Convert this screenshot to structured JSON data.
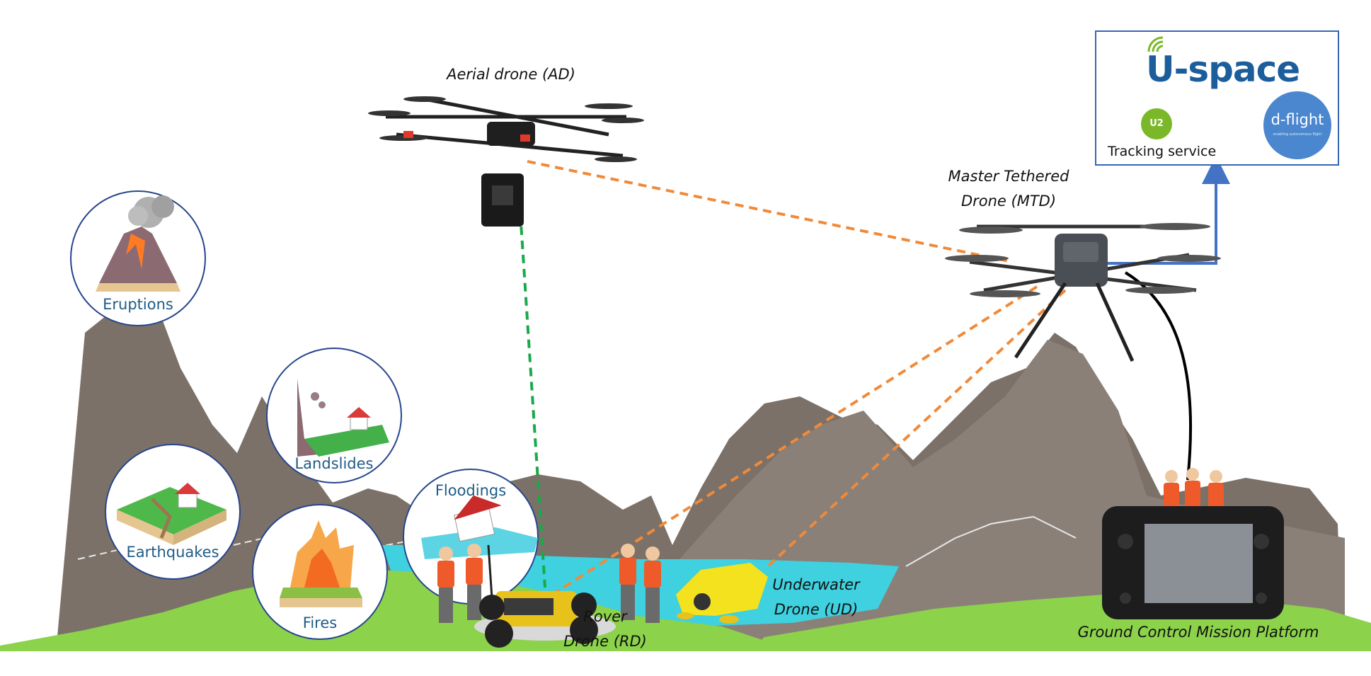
{
  "labels": {
    "aerial_drone": "Aerial drone (AD)",
    "master_drone_line1": "Master Tethered",
    "master_drone_line2": "Drone (MTD)",
    "rover_line1": "Rover",
    "rover_line2": "Drone (RD)",
    "underwater_line1": "Underwater",
    "underwater_line2": "Drone (UD)",
    "ground_control": "Ground Control Mission Platform"
  },
  "hazards": {
    "eruptions": "Eruptions",
    "landslides": "Landslides",
    "earthquakes": "Earthquakes",
    "fires": "Fires",
    "floodings": "Floodings"
  },
  "uspace": {
    "title": "U-space",
    "badge": "U2",
    "tracking": "Tracking service",
    "dflight": "d-flight",
    "dflight_tagline": "enabling autonomous flight"
  },
  "colors": {
    "mountain": "#7b7168",
    "grass": "#8cd24a",
    "water": "#3fd1df",
    "circle_border": "#27458c",
    "link_orange": "#f08a3a",
    "link_green": "#1aa94a",
    "link_blue": "#4472c4",
    "hazard_text": "#1f5b86"
  }
}
